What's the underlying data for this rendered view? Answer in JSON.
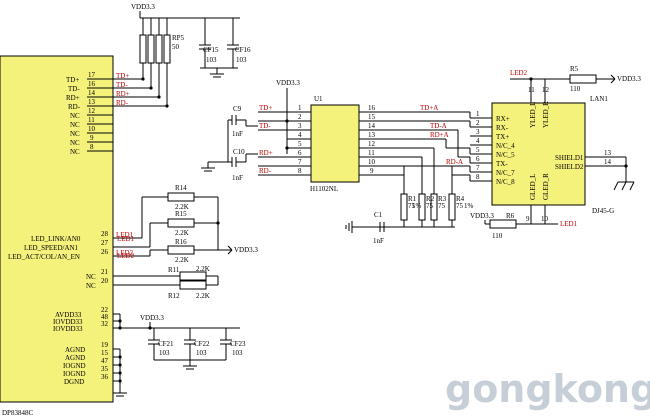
{
  "dp83848": {
    "ref": "DP83848C",
    "pins": [
      {
        "num": "17",
        "label": "TD+",
        "net": "TD+"
      },
      {
        "num": "16",
        "label": "TD-",
        "net": "TD-"
      },
      {
        "num": "14",
        "label": "RD+",
        "net": "RD+"
      },
      {
        "num": "13",
        "label": "RD-",
        "net": "RD-"
      },
      {
        "num": "12",
        "label": "NC",
        "net": ""
      },
      {
        "num": "11",
        "label": "NC",
        "net": ""
      },
      {
        "num": "10",
        "label": "NC",
        "net": ""
      },
      {
        "num": "9",
        "label": "NC",
        "net": ""
      },
      {
        "num": "8",
        "label": "NC",
        "net": ""
      },
      {
        "num": "28",
        "label": "LED_LINK/AN0",
        "net": "LED1"
      },
      {
        "num": "27",
        "label": "LED_SPEED/AN1",
        "net": ""
      },
      {
        "num": "26",
        "label": "LED_ACT/COL/AN_EN",
        "net": "LED2"
      },
      {
        "num": "21",
        "label": "NC",
        "net": ""
      },
      {
        "num": "20",
        "label": "NC",
        "net": ""
      },
      {
        "num": "22",
        "label": "AVDD33",
        "net": ""
      },
      {
        "num": "48",
        "label": "IOVDD33",
        "net": ""
      },
      {
        "num": "32",
        "label": "IOVDD33",
        "net": ""
      },
      {
        "num": "19",
        "label": "AGND",
        "net": ""
      },
      {
        "num": "15",
        "label": "AGND",
        "net": ""
      },
      {
        "num": "47",
        "label": "IOGND",
        "net": ""
      },
      {
        "num": "35",
        "label": "IOGND",
        "net": ""
      },
      {
        "num": "36",
        "label": "DGND",
        "net": ""
      }
    ]
  },
  "rp5": {
    "ref": "RP5",
    "value": "50"
  },
  "vdd": "VDD3.3",
  "caps": [
    {
      "ref": "CF15",
      "value": "103"
    },
    {
      "ref": "CF16",
      "value": "103"
    },
    {
      "ref": "C9",
      "value": "1nF"
    },
    {
      "ref": "C10",
      "value": "1nF"
    },
    {
      "ref": "C1",
      "value": "1nF"
    },
    {
      "ref": "CF21",
      "value": "103"
    },
    {
      "ref": "CF22",
      "value": "103"
    },
    {
      "ref": "CF23",
      "value": "103"
    }
  ],
  "u1": {
    "ref": "U1",
    "part": "H1102NL",
    "left_pins": [
      "1",
      "2",
      "3",
      "4",
      "5",
      "6",
      "7",
      "8"
    ],
    "right_pins": [
      "16",
      "15",
      "14",
      "13",
      "12",
      "11",
      "10",
      "9"
    ],
    "left_nets": [
      "TD+",
      "TD-",
      "RD+",
      "RD-"
    ],
    "right_nets": [
      "TD+A",
      "TD-A",
      "RD+A",
      "RD-A"
    ]
  },
  "resistors": [
    {
      "ref": "R14",
      "value": "2.2K"
    },
    {
      "ref": "R15",
      "value": "2.2K"
    },
    {
      "ref": "R16",
      "value": "2.2K"
    },
    {
      "ref": "R11",
      "value": "2.2K"
    },
    {
      "ref": "R12",
      "value": "2.2K"
    },
    {
      "ref": "R1",
      "value": "75"
    },
    {
      "ref": "R2",
      "value": "75"
    },
    {
      "ref": "R3",
      "value": "75"
    },
    {
      "ref": "R4",
      "value": "75"
    },
    {
      "ref": "R5",
      "value": "110"
    },
    {
      "ref": "R6",
      "value": "110"
    }
  ],
  "tolerance": "1%",
  "led_nets": [
    "LED1",
    "LED2"
  ],
  "lan1": {
    "ref": "LAN1",
    "part": "DJ45-G",
    "pins_left": [
      "RX+",
      "RX-",
      "TX+",
      "N/C_4",
      "N/C_5",
      "TX-",
      "N/C_7",
      "N/C_8"
    ],
    "pins_left_nums": [
      "1",
      "2",
      "3",
      "4",
      "5",
      "6",
      "7",
      "8"
    ],
    "top_labels": [
      "YLED_L",
      "YLED_R"
    ],
    "top_nums": [
      "11",
      "12"
    ],
    "bottom_labels": [
      "GLED_L",
      "GLED_R"
    ],
    "bottom_nums": [
      "9",
      "10"
    ],
    "shield_labels": [
      "SHIELD1",
      "SHIELD2"
    ],
    "shield_nums": [
      "13",
      "14"
    ]
  },
  "watermark": "gongkong"
}
